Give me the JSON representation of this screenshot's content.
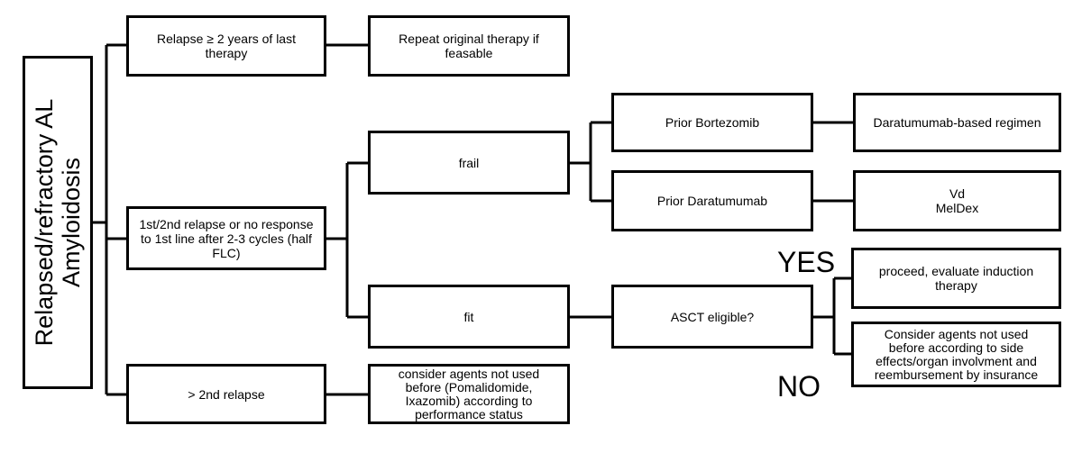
{
  "root": {
    "label": "Relapsed/refractory AL\nAmyloidosis"
  },
  "nodes": {
    "relapse_2y": "Relapse ≥ 2 years of last\ntherapy",
    "repeat_therapy": "Repeat original therapy if\nfeasable",
    "first_second_relapse": "1st/2nd relapse or no response\nto 1st line after 2-3 cycles (half\nFLC)",
    "frail": "frail",
    "fit": "fit",
    "prior_bortezomib": "Prior Bortezomib",
    "prior_daratumumab": "Prior Daratumumab",
    "daratumumab_regimen": "Daratumumab-based regimen",
    "vd_meldex": "Vd\nMelDex",
    "asct_eligible": "ASCT eligible?",
    "proceed_induction": "proceed, evaluate induction\ntherapy",
    "consider_agents_side_effects": "Consider agents not used\nbefore according to side\neffects/organ involvment and\nreembursement by insurance",
    "beyond_second_relapse": "> 2nd relapse",
    "consider_agents_pomalidomide": "consider agents not used\nbefore (Pomalidomide,\nIxazomib) according to\nperformance status"
  },
  "labels": {
    "yes": "YES",
    "no": "NO"
  }
}
